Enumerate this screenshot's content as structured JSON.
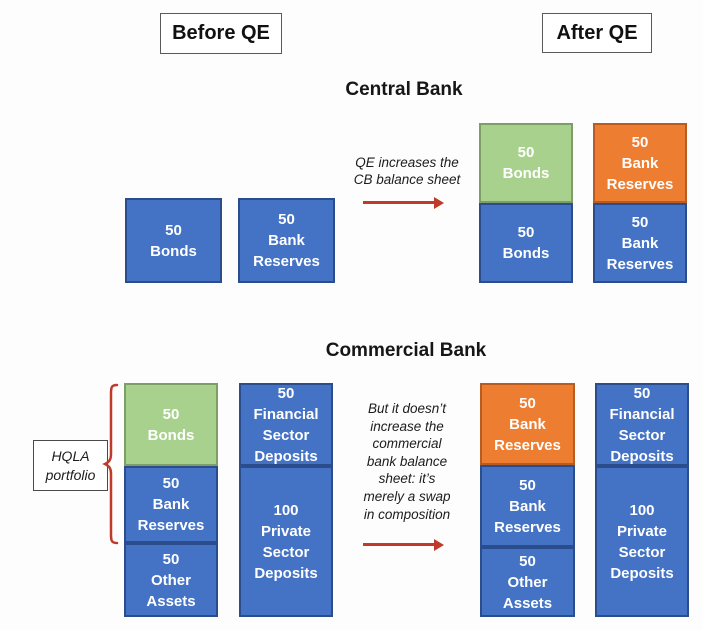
{
  "colors": {
    "box_blue": "#4472c4",
    "box_green": "#a9d18e",
    "box_orange": "#ed7d31",
    "arrow_red": "#bf3a2b"
  },
  "headers": {
    "before": "Before QE",
    "after": "After QE"
  },
  "central": {
    "title": "Central Bank",
    "annotation": "QE increases the\nCB balance sheet",
    "before": [
      {
        "value": "50",
        "label": "Bonds",
        "color": "blue"
      },
      {
        "value": "50",
        "label": "Bank\nReserves",
        "color": "blue"
      }
    ],
    "after_col1": [
      {
        "value": "50",
        "label": "Bonds",
        "color": "green"
      },
      {
        "value": "50",
        "label": "Bonds",
        "color": "blue"
      }
    ],
    "after_col2": [
      {
        "value": "50",
        "label": "Bank\nReserves",
        "color": "orange"
      },
      {
        "value": "50",
        "label": "Bank\nReserves",
        "color": "blue"
      }
    ]
  },
  "commercial": {
    "title": "Commercial Bank",
    "hqla_label": "HQLA\nportfolio",
    "annotation": "But it doesn’t\nincrease the\ncommercial\nbank balance\nsheet: it’s\nmerely a swap\nin composition",
    "before_col1": [
      {
        "value": "50",
        "label": "Bonds",
        "color": "green"
      },
      {
        "value": "50",
        "label": "Bank\nReserves",
        "color": "blue"
      },
      {
        "value": "50",
        "label": "Other\nAssets",
        "color": "blue"
      }
    ],
    "before_col2": [
      {
        "value": "50",
        "label": "Financial\nSector\nDeposits",
        "color": "blue"
      },
      {
        "value": "100",
        "label": "Private\nSector\nDeposits",
        "color": "blue"
      }
    ],
    "after_col1": [
      {
        "value": "50",
        "label": "Bank\nReserves",
        "color": "orange"
      },
      {
        "value": "50",
        "label": "Bank\nReserves",
        "color": "blue"
      },
      {
        "value": "50",
        "label": "Other\nAssets",
        "color": "blue"
      }
    ],
    "after_col2": [
      {
        "value": "50",
        "label": "Financial\nSector\nDeposits",
        "color": "blue"
      },
      {
        "value": "100",
        "label": "Private\nSector\nDeposits",
        "color": "blue"
      }
    ]
  }
}
